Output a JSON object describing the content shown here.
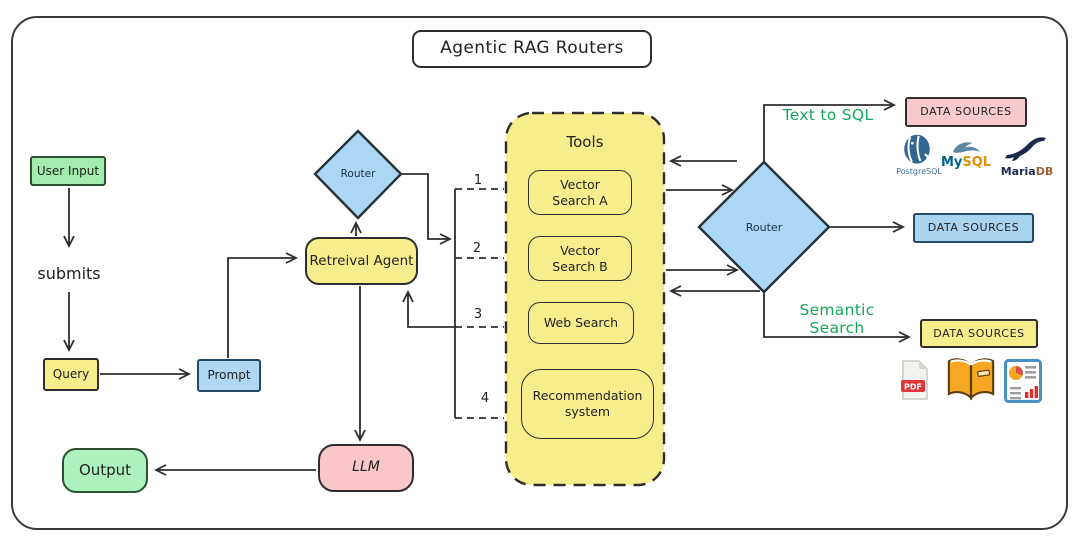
{
  "title": "Agentic RAG Routers",
  "flow": {
    "user_input": "User Input",
    "submits_label": "submits",
    "query": "Query",
    "prompt": "Prompt",
    "retrieval_agent": "Retreival Agent",
    "router_left": "Router",
    "router_right": "Router",
    "llm": "LLM",
    "output": "Output"
  },
  "tools": {
    "label": "Tools",
    "items": [
      "Vector\nSearch A",
      "Vector\nSearch B",
      "Web Search",
      "Recommendation\nsystem"
    ]
  },
  "branches": [
    "1",
    "2",
    "3",
    "4"
  ],
  "edge_labels": {
    "text_to_sql": "Text to SQL",
    "semantic_search": "Semantic Search"
  },
  "data_sources": [
    "DATA SOURCES",
    "DATA SOURCES",
    "DATA SOURCES"
  ],
  "logos": {
    "postgresql": "PostgreSQL",
    "mysql_prefix": "My",
    "mysql_suffix": "SQL",
    "mariadb_prefix": "Maria",
    "mariadb_suffix": "DB",
    "pdf_badge": "PDF"
  },
  "colors": {
    "stroke": "#2e2e2e",
    "box-yellow": "#f6ee8d",
    "box-green": "#a4ecab",
    "box-mint": "#adf2be",
    "box-blue": "#aed7f4",
    "box-pink": "#f9c6ca",
    "diamond-blue": "#abd6f6",
    "ds-pink": "#f8c9cd",
    "ds-blue": "#a9d4f0",
    "green-text": "#17a75a"
  }
}
